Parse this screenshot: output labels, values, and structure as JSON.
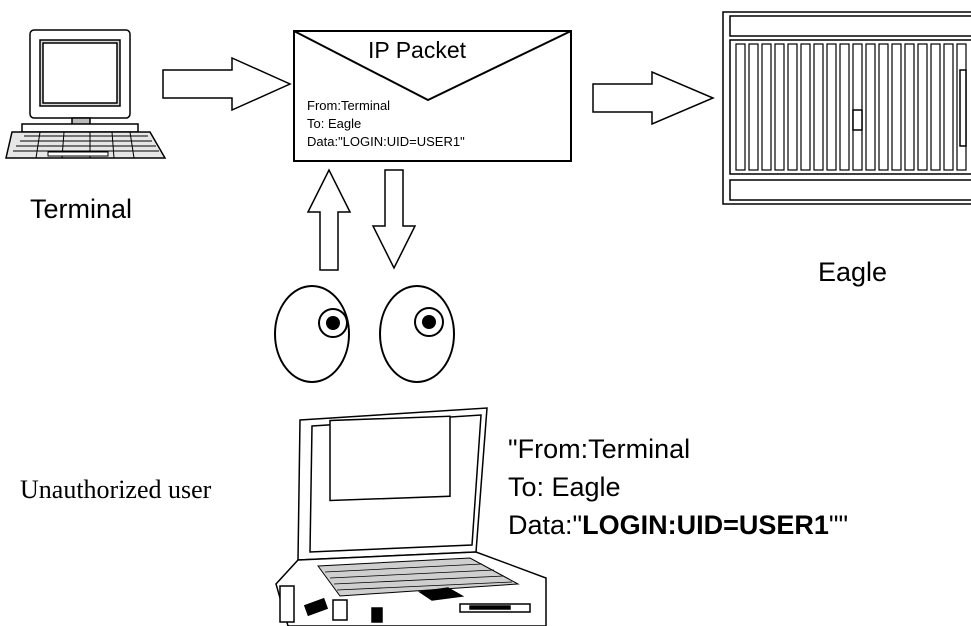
{
  "packet": {
    "title": "IP Packet",
    "from": "From:Terminal",
    "to": "To: Eagle",
    "data": "Data:\"LOGIN:UID=USER1\""
  },
  "labels": {
    "terminal": "Terminal",
    "eagle": "Eagle",
    "unauthorized_user": "Unauthorized user"
  },
  "intercepted": {
    "line1": "\"From:Terminal",
    "line2": "To: Eagle",
    "data_prefix": "Data:\"",
    "data_bold": "LOGIN:UID=USER1",
    "data_suffix": "\"\""
  }
}
